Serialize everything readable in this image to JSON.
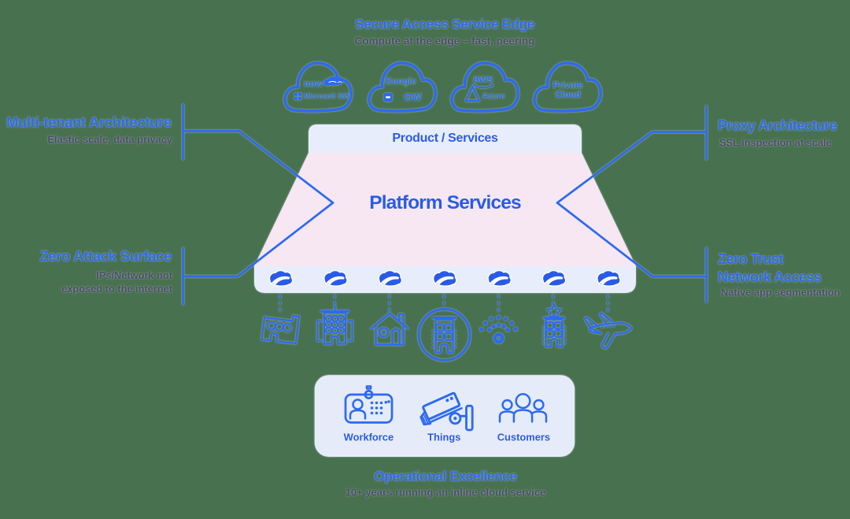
{
  "colors": {
    "background": "#48714f",
    "accent_blue": "#2c6af1",
    "deep_blue": "#2a5be8",
    "muted_text": "#4c4c6e",
    "bar_fill": "#e8edfb",
    "trapezoid_fill": "#f6e7f3",
    "panel_fill": "#e6ebfa"
  },
  "header": {
    "title": "Secure Access Service Edge",
    "subtitle": "Compute at the edge – fast, peering"
  },
  "clouds": [
    {
      "name": "saas-cloud",
      "logo1": "now",
      "logo2": "salesforce",
      "logo3": "Microsoft 365"
    },
    {
      "name": "google-cloud",
      "logo1": "Google",
      "logo2": "GW"
    },
    {
      "name": "aws-azure-cloud",
      "logo1": "aws",
      "logo2": "Azure"
    },
    {
      "name": "private-cloud",
      "label": "Private\nCloud"
    }
  ],
  "callouts": {
    "left_top": {
      "title": "Multi-tenant Architecture",
      "subtitle": "Elastic scale, data privacy"
    },
    "left_bottom": {
      "title": "Zero Attack Surface",
      "subtitle": "IPs/Network not\nexposed to the internet"
    },
    "right_top": {
      "title": "Proxy Architecture",
      "subtitle": "SSL inspection at scale"
    },
    "right_bottom": {
      "title": "Zero Trust\nNetwork Access",
      "subtitle": "Native app segmentation"
    }
  },
  "platform": {
    "top_label": "Product / Services",
    "center_label": "Platform Services"
  },
  "entities": {
    "icons": [
      "factory",
      "office-building",
      "home",
      "enterprise-hq",
      "wifi",
      "government-building",
      "airplane"
    ]
  },
  "bottom_panel": {
    "items": [
      {
        "icon": "id-badge",
        "label": "Workforce"
      },
      {
        "icon": "security-camera",
        "label": "Things"
      },
      {
        "icon": "customers-people",
        "label": "Customers"
      }
    ]
  },
  "footer": {
    "title": "Operational Excellence",
    "subtitle": "10+ years running an inline cloud service"
  }
}
